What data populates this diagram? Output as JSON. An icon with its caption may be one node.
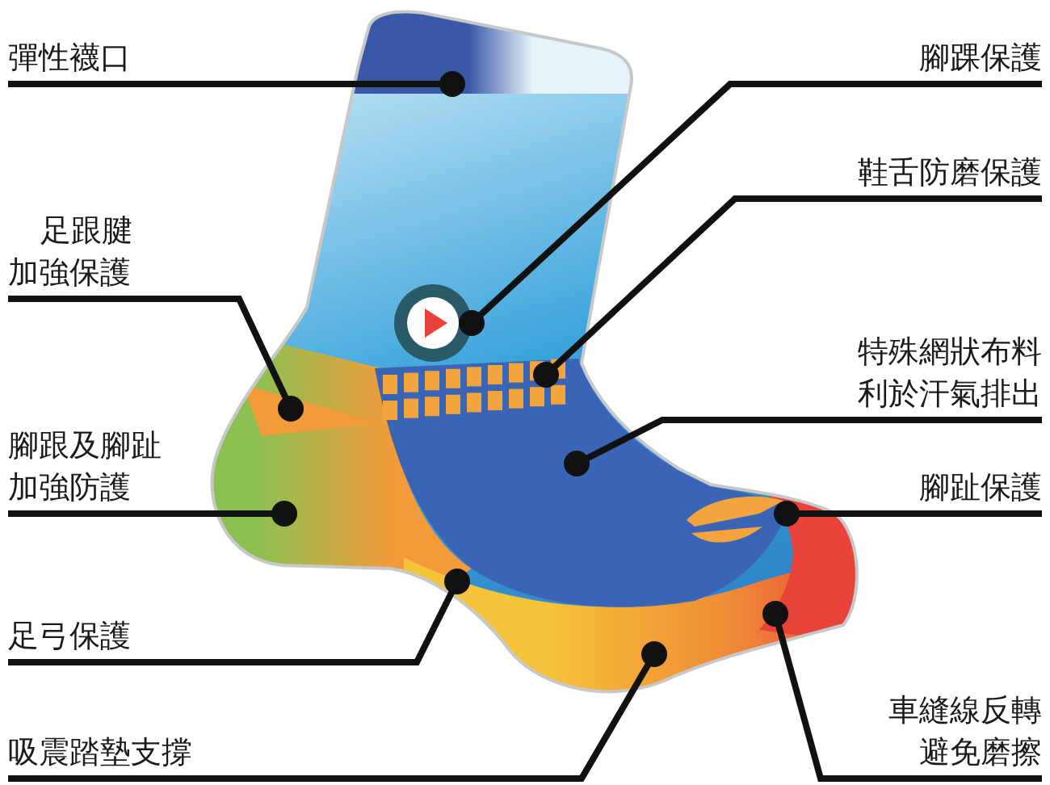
{
  "diagram": {
    "nodes": [
      {
        "text": [
          "彈性襪口"
        ]
      },
      {
        "text": [
          "腳踝保護"
        ]
      },
      {
        "text": [
          "鞋舌防磨保護"
        ]
      },
      {
        "text": [
          "足跟腱加強保護"
        ]
      },
      {
        "text": [
          "特殊網狀布料利於汗氣排出"
        ]
      },
      {
        "text": [
          "腳跟及腳趾加強防護"
        ]
      },
      {
        "text": [
          "腳趾保護"
        ]
      },
      {
        "text": [
          "足弓保護"
        ]
      },
      {
        "text": [
          "車縫線反轉避免磨擦"
        ]
      },
      {
        "text": [
          "吸震踏墊支撐"
        ]
      },
      {
        "text": [],
        "shape": "picture"
      }
    ],
    "edges": [
      {
        "from": 0,
        "to": null,
        "arrow": "other"
      },
      {
        "from": 1,
        "to": 10,
        "arrow": "other"
      },
      {
        "from": 2,
        "to": null,
        "arrow": "other"
      },
      {
        "from": 3,
        "to": null,
        "arrow": "other"
      },
      {
        "from": 4,
        "to": null,
        "arrow": "other"
      },
      {
        "from": 5,
        "to": null,
        "arrow": "other"
      },
      {
        "from": 6,
        "to": null,
        "arrow": "other"
      },
      {
        "from": 7,
        "to": null,
        "arrow": "other"
      },
      {
        "from": 8,
        "to": null,
        "arrow": "other"
      },
      {
        "from": 9,
        "to": null,
        "arrow": "other"
      }
    ]
  }
}
